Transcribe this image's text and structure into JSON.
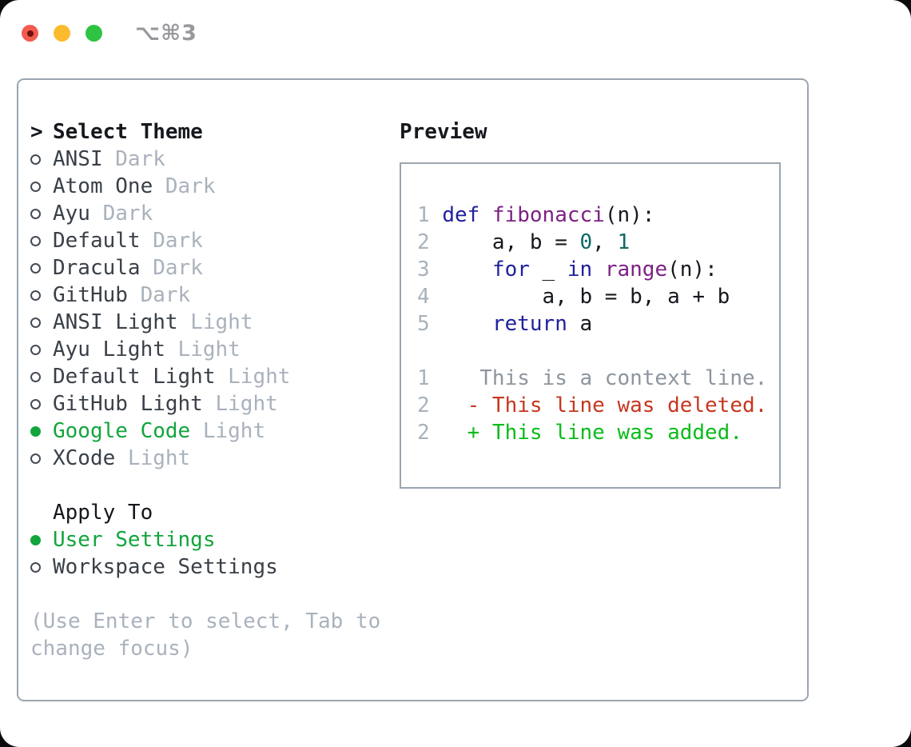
{
  "titlebar": {
    "shortcut": "⌥⌘3",
    "buttons": [
      "close",
      "minimize",
      "zoom"
    ]
  },
  "theme_list": {
    "pointer": ">",
    "title": "Select Theme",
    "items": [
      {
        "name": "ANSI",
        "variant": "Dark",
        "selected": false
      },
      {
        "name": "Atom One",
        "variant": "Dark",
        "selected": false
      },
      {
        "name": "Ayu",
        "variant": "Dark",
        "selected": false
      },
      {
        "name": "Default",
        "variant": "Dark",
        "selected": false
      },
      {
        "name": "Dracula",
        "variant": "Dark",
        "selected": false
      },
      {
        "name": "GitHub",
        "variant": "Dark",
        "selected": false
      },
      {
        "name": "ANSI Light",
        "variant": "Light",
        "selected": false
      },
      {
        "name": "Ayu Light",
        "variant": "Light",
        "selected": false
      },
      {
        "name": "Default Light",
        "variant": "Light",
        "selected": false
      },
      {
        "name": "GitHub Light",
        "variant": "Light",
        "selected": false
      },
      {
        "name": "Google Code",
        "variant": "Light",
        "selected": true
      },
      {
        "name": "XCode",
        "variant": "Light",
        "selected": false
      }
    ]
  },
  "apply_to": {
    "title": "Apply To",
    "options": [
      {
        "label": "User Settings",
        "selected": true
      },
      {
        "label": "Workspace Settings",
        "selected": false
      }
    ]
  },
  "help": {
    "lines": [
      "(Use Enter to select, Tab to",
      "change focus)"
    ]
  },
  "preview": {
    "title": "Preview",
    "lines": [
      {
        "num": "1",
        "tokens": [
          [
            "k",
            "def"
          ],
          [
            "p",
            " "
          ],
          [
            "f",
            "fibonacci"
          ],
          [
            "p",
            "(n):"
          ]
        ]
      },
      {
        "num": "2",
        "tokens": [
          [
            "p",
            "    a, b = "
          ],
          [
            "lit",
            "0"
          ],
          [
            "p",
            ", "
          ],
          [
            "lit",
            "1"
          ]
        ]
      },
      {
        "num": "3",
        "tokens": [
          [
            "p",
            "    "
          ],
          [
            "k",
            "for"
          ],
          [
            "p",
            " _ "
          ],
          [
            "k",
            "in"
          ],
          [
            "p",
            " "
          ],
          [
            "f",
            "range"
          ],
          [
            "p",
            "(n):"
          ]
        ]
      },
      {
        "num": "4",
        "tokens": [
          [
            "p",
            "        a, b = b, a + b"
          ]
        ]
      },
      {
        "num": "5",
        "tokens": [
          [
            "p",
            "    "
          ],
          [
            "k",
            "return"
          ],
          [
            "p",
            " a"
          ]
        ]
      },
      {
        "num": "",
        "tokens": []
      },
      {
        "num": "1",
        "tokens": [
          [
            "ctx",
            "   This is a context line."
          ]
        ]
      },
      {
        "num": "2",
        "tokens": [
          [
            "del",
            "  - This line was deleted."
          ]
        ]
      },
      {
        "num": "2",
        "tokens": [
          [
            "add",
            "  + This line was added."
          ]
        ]
      }
    ]
  },
  "colors": {
    "accent_green": "#12a53c",
    "diff_added": "#0bbb1a",
    "diff_deleted": "#c6371f",
    "syntax_keyword": "#20209e",
    "syntax_function": "#7c2184",
    "syntax_number": "#0d6868",
    "muted_text": "#a9b2bc",
    "dark_text": "#15181d",
    "panel_border": "#9ba5b0",
    "traffic_red": "#f35a4f",
    "traffic_yellow": "#fcbb2d",
    "traffic_green": "#2ec343"
  }
}
